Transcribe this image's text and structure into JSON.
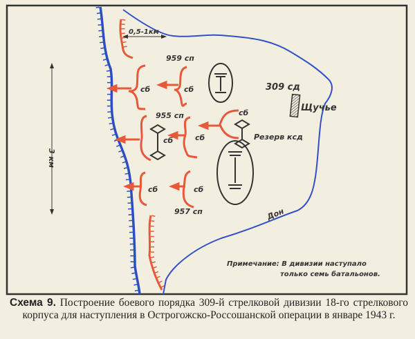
{
  "map": {
    "distance_label": "0,5-1км",
    "scale_label": "3 км",
    "division_label": "309 сд",
    "village_label": "Щучье",
    "reserve_label": "Резерв ксд",
    "river_label": "Дон",
    "regiments": [
      "959 сп",
      "955 сп",
      "957 сп"
    ],
    "battalion_label": "сб",
    "note_line1": "Примечание: В дивизии наступало",
    "note_line2": "только семь батальонов."
  },
  "caption": {
    "number": "Схема 9.",
    "text": "Построение боевого порядка 309-й стрелковой дивизии 18-го стрелкового корпуса для наступления в Острогожско-Россошанской операции в январе 1943 г."
  },
  "colors": {
    "friendly": "#e8583a",
    "enemy": "#2a4fc0",
    "river": "#3050c8",
    "ink": "#333333"
  }
}
